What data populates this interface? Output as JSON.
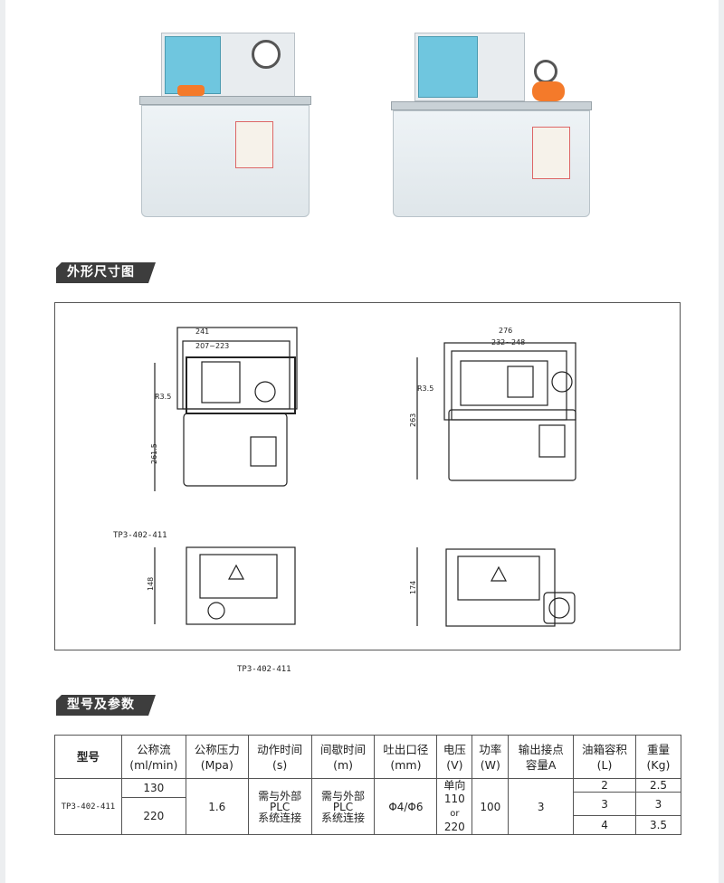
{
  "section_titles": {
    "dimensions": "外形尺寸图",
    "specs": "型号及参数"
  },
  "drawing": {
    "front_left": {
      "width_total": "241",
      "width_inner": "207~223",
      "radius": "R3.5",
      "height": "261.5"
    },
    "front_right": {
      "width_total": "276",
      "width_inner": "232~248",
      "radius": "R3.5",
      "height": "263"
    },
    "top_left": {
      "model": "TP3-402-411",
      "depth": "148"
    },
    "top_right": {
      "depth": "174"
    }
  },
  "caption": "TP3-402-411",
  "table": {
    "headers": [
      [
        "型号"
      ],
      [
        "公称流",
        "(ml/min)"
      ],
      [
        "公称压力",
        "(Mpa)"
      ],
      [
        "动作时间",
        "(s)"
      ],
      [
        "间歇时间",
        "(m)"
      ],
      [
        "吐出口径",
        "(mm)"
      ],
      [
        "电压",
        "(V)"
      ],
      [
        "功率",
        "(W)"
      ],
      [
        "输出接点",
        "容量A"
      ],
      [
        "油箱容积",
        "(L)"
      ],
      [
        "重量",
        "(Kg)"
      ]
    ],
    "model": "TP3-402-411",
    "flow": [
      "130",
      "220"
    ],
    "pressure": "1.6",
    "action_time": [
      "需与外部",
      "PLC",
      "系统连接"
    ],
    "interval_time": [
      "需与外部",
      "PLC",
      "系统连接"
    ],
    "outlet": "Φ4/Φ6",
    "voltage": [
      "单向",
      "110",
      "or",
      "220"
    ],
    "power": "100",
    "contact": "3",
    "tank": [
      "2",
      "3",
      "4"
    ],
    "weight": [
      "2.5",
      "3",
      "3.5"
    ]
  }
}
